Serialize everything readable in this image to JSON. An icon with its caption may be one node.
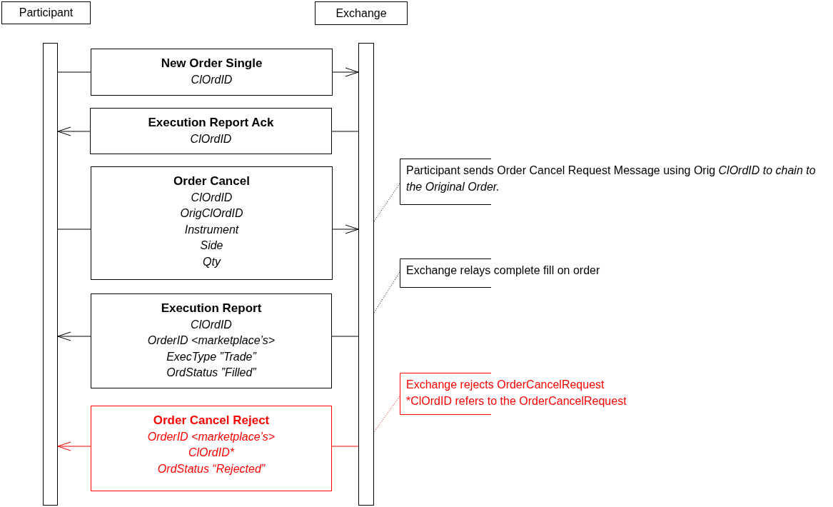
{
  "diagram": {
    "nodes": [
      {
        "text": [
          "Participant"
        ]
      },
      {
        "text": [
          "Exchange"
        ]
      },
      {
        "text": [],
        "shape": "bar"
      },
      {
        "text": [],
        "shape": "bar"
      },
      {
        "text": [
          "New Order Single",
          "ClOrdID"
        ]
      },
      {
        "text": [
          "Execution Report Ack",
          "ClOrdID"
        ]
      },
      {
        "text": [
          "Order Cancel",
          "ClOrdID",
          "OrigClOrdID",
          "Instrument",
          "Side",
          "Qty"
        ]
      },
      {
        "text": [
          "Execution Report",
          "ClOrdID",
          "OrderID <marketplace’s>",
          "ExecType ”Trade”",
          "OrdStatus ”Filled”"
        ]
      },
      {
        "text": [
          "Order Cancel Reject",
          "OrderID <marketplace’s>",
          "ClOrdID*",
          "OrdStatus “Rejected”"
        ]
      },
      {
        "text": [
          "Participant sends Order Cancel Request Message using Orig *ClOrdID to chain to the Original Order.*"
        ]
      },
      {
        "text": [
          "Exchange relays complete fill on order"
        ]
      },
      {
        "text": [
          "Exchange rejects OrderCancelRequest",
          "*ClOrdID refers to the OrderCancelRequest"
        ]
      }
    ],
    "edges": [
      {
        "from": 2,
        "to": 4,
        "arrow": "none"
      },
      {
        "from": 4,
        "to": 3,
        "arrow": "to"
      },
      {
        "from": 3,
        "to": 5,
        "arrow": "none"
      },
      {
        "from": 5,
        "to": 2,
        "arrow": "to"
      },
      {
        "from": 2,
        "to": 6,
        "arrow": "none"
      },
      {
        "from": 6,
        "to": 3,
        "arrow": "to"
      },
      {
        "from": 3,
        "to": 7,
        "arrow": "none"
      },
      {
        "from": 7,
        "to": 2,
        "arrow": "to"
      },
      {
        "from": 3,
        "to": 8,
        "arrow": "none",
        "color": "#ff0000"
      },
      {
        "from": 8,
        "to": 2,
        "arrow": "to",
        "color": "#ff0000"
      },
      {
        "from": 9,
        "to": 3,
        "arrow": "none",
        "style": "dashed"
      },
      {
        "from": 10,
        "to": 3,
        "arrow": "none",
        "style": "dashed"
      },
      {
        "from": 11,
        "to": 3,
        "arrow": "none",
        "style": "dashed",
        "color": "#ff0000"
      }
    ]
  }
}
